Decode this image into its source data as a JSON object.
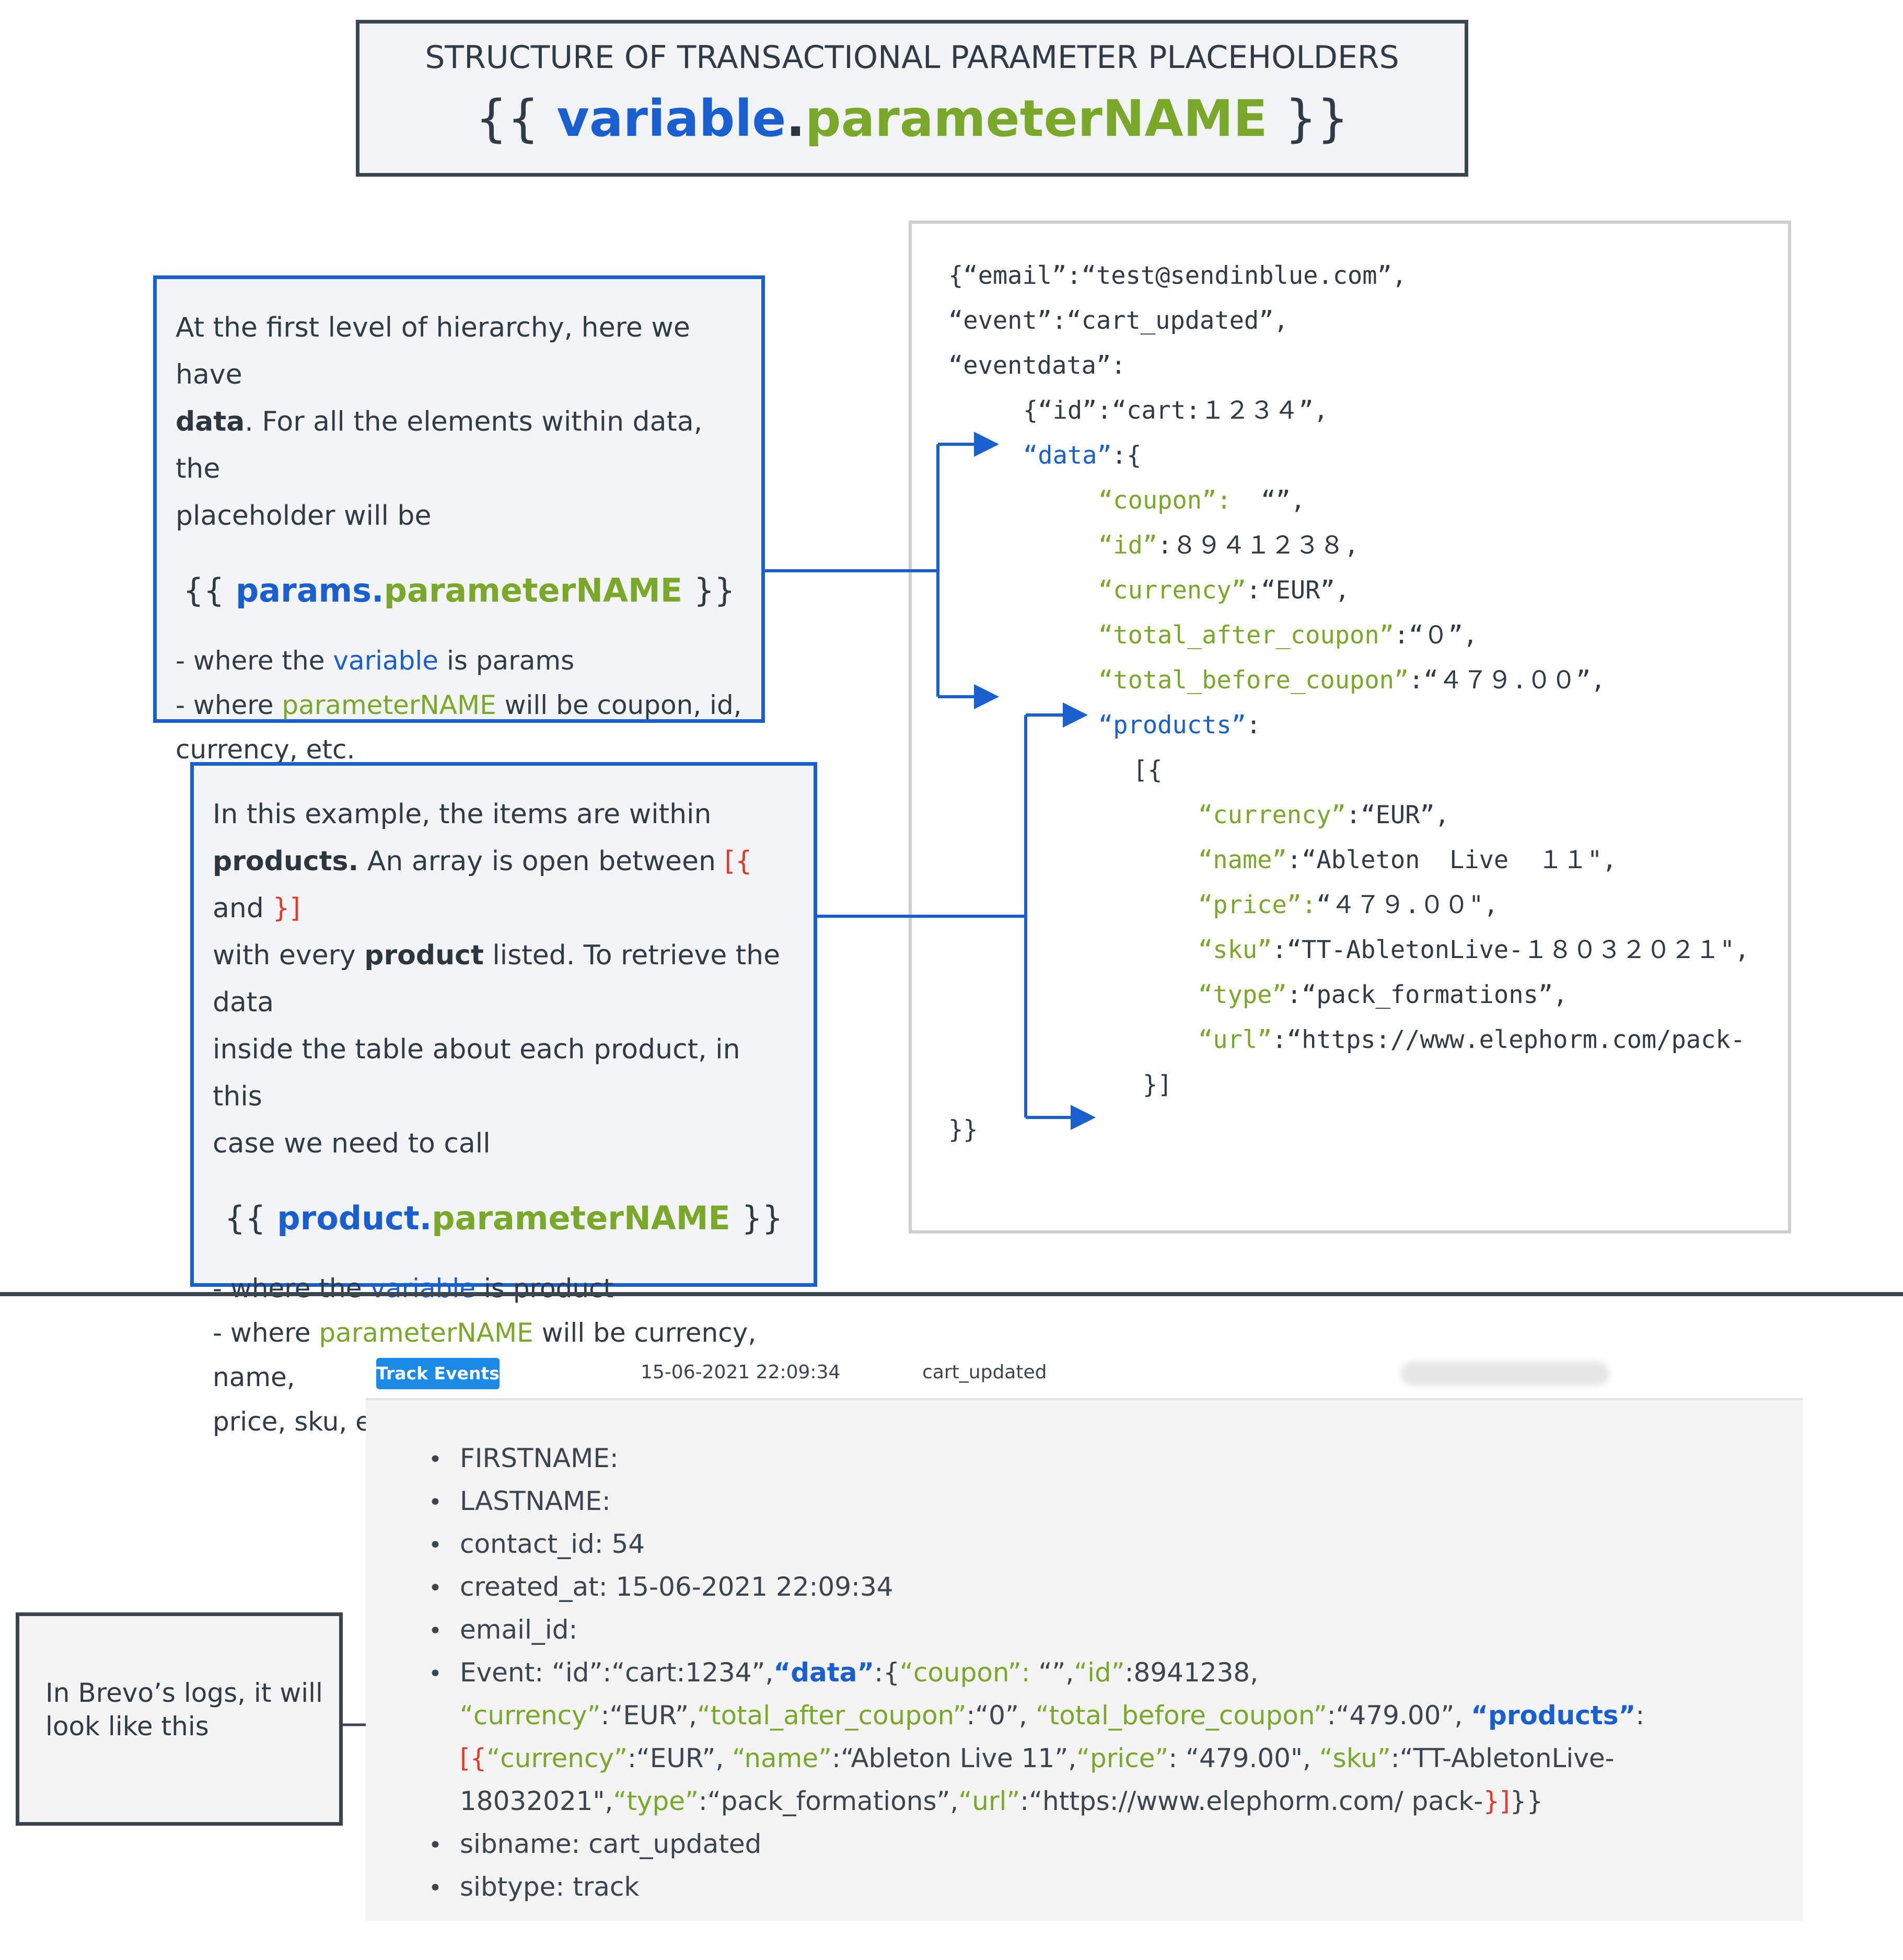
{
  "title": {
    "heading": "STRUCTURE OF TRANSACTIONAL PARAMETER PLACEHOLDERS",
    "open_brace": "{{",
    "variable": "variable",
    "dot": ".",
    "parameter": "parameterNAME",
    "close_brace": "}}"
  },
  "params_box": {
    "line1": "At the first level of hierarchy, here we have",
    "data_word": "data",
    "line2_rest": ". For all the elements within data, the",
    "line3": "placeholder will be",
    "formula_open": "{{",
    "formula_variable": "params",
    "formula_dot": ".",
    "formula_parameter": "parameterNAME",
    "formula_close": "}}",
    "where1_prefix": "- where the",
    "where1_keyword": "variable",
    "where1_suffix": "is params",
    "where2_prefix": "- where",
    "where2_keyword": "parameterNAME",
    "where2_suffix": "will be coupon, id,",
    "where2_line2": "currency, etc."
  },
  "product_box": {
    "line1": "In this example, the items are within",
    "products_word": "products.",
    "line2_rest": "An array is open between",
    "open_bracket": "[{",
    "and_word": "and",
    "close_bracket": "}]",
    "line3_prefix": "with every",
    "product_word": "product",
    "line3_rest": "listed. To retrieve the data",
    "line4": "inside the table about each product, in this",
    "line5": "case we need to call",
    "formula_open": "{{",
    "formula_variable": "product",
    "formula_dot": ".",
    "formula_parameter": "parameterNAME",
    "formula_close": "}}",
    "where1_prefix": "- where the",
    "where1_keyword": "variable",
    "where1_suffix": "is product",
    "where2_prefix": "- where",
    "where2_keyword": "parameterNAME",
    "where2_suffix": "will be currency, name,",
    "where2_line2": "price, sku, etc."
  },
  "code": {
    "l1": "{“email”:“test@sendinblue.com”,",
    "l2": "“event”:“cart_updated”,",
    "l3": "“eventdata”:",
    "l4": "{“id”:“cart:１２３４”,",
    "l5_key": "“data”",
    "l5_rest": ":{",
    "l6_key": "“coupon”:",
    "l6_rest": "  “”,",
    "l7_key": "“id”",
    "l7_rest": ":８９４１２３８,",
    "l8_key": "“currency”",
    "l8_rest": ":“EUR”,",
    "l9_key": "“total_after_coupon”",
    "l9_rest": ":“０”,",
    "l10_key": "“total_before_coupon”",
    "l10_rest": ":“４７９.００”,",
    "l11_key": "“products”",
    "l11_rest": ":",
    "l12": "[{",
    "l13_key": "“currency”",
    "l13_rest": ":“EUR”,",
    "l14_key": "“name”",
    "l14_rest": ":“Ableton  Live  １１\",",
    "l15_key": "“price”:",
    "l15_rest": "“４７９.００\",",
    "l16_key": "“sku”",
    "l16_rest": ":“TT-AbletonLive-１８０３２０２１\",",
    "l17_key": "“type”",
    "l17_rest": ":“pack_formations”,",
    "l18_key": "“url”",
    "l18_rest": ":“https://www.elephorm.com/pack-",
    "l19": "}]",
    "l20": "}}"
  },
  "log": {
    "badge": "Track Events",
    "date": "15-06-2021 22:09:34",
    "event_name": "cart_updated",
    "items": {
      "firstname": "FIRSTNAME:",
      "lastname": "LASTNAME:",
      "contact_id": "contact_id: 54",
      "created_at": "created_at: 15-06-2021 22:09:34",
      "email_id": "email_id:",
      "sibname": "sibname: cart_updated",
      "sibtype": "sibtype: track"
    },
    "event": {
      "prefix": "Event: “id”:“cart:1234”,",
      "data_key": "“data”",
      "colon_brace": ":{",
      "coupon_key": "“coupon”: ",
      "coupon_val": "“”,",
      "id_key": "“id”",
      "id_val": ":8941238,  ",
      "currency_key": "“currency”",
      "currency_val": ":“EUR”,",
      "tac_key": "“total_after_coupon”",
      "tac_val": ":“0”,",
      "tbc_key": "“total_before_coupon”",
      "tbc_val": ":“479.00”, ",
      "products_key": "“products”",
      "colon": ":",
      "open_bracket": "[{",
      "p_currency_key": "“currency”",
      "p_currency_val": ":“EUR”, ",
      "name_key": "“name”",
      "name_val": ":“Ableton Live 11”,",
      "price_key": "“price”",
      "price_val": ": “479.00\", ",
      "sku_key": "“sku”",
      "sku_val": ":“TT-AbletonLive-18032021\",",
      "type_key": "“type”",
      "type_val": ":“pack_formations”,",
      "url_key": "“url”",
      "url_val": ":“https://www.elephorm.com/ pack-",
      "close_bracket": "}]",
      "close_braces": "}}"
    }
  },
  "logs_note": {
    "line1": "In Brevo’s logs, it will",
    "line2": "look like this"
  },
  "colors": {
    "blue": "#1a5fd0",
    "green": "#7aa82a",
    "red": "#e23b2e",
    "badge": "#1a8ae6"
  }
}
